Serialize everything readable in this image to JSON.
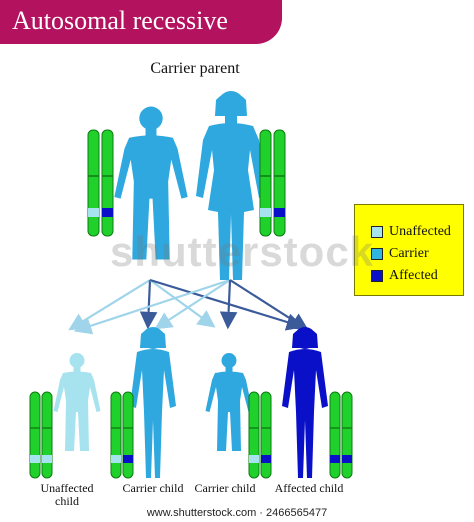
{
  "title": "Autosomal recessive",
  "parent_label": "Carrier parent",
  "legend": {
    "items": [
      {
        "label": "Unaffected",
        "color": "#a6e3ef"
      },
      {
        "label": "Carrier",
        "color": "#2eb6e0"
      },
      {
        "label": "Affected",
        "color": "#0a10c8"
      }
    ]
  },
  "children": [
    {
      "label": "Unaffected child",
      "status": "unaffected"
    },
    {
      "label": "Carrier child",
      "status": "carrier"
    },
    {
      "label": "Carrier child",
      "status": "carrier"
    },
    {
      "label": "Affected child",
      "status": "affected"
    }
  ],
  "colors": {
    "banner": "#b3125f",
    "chromosome": "#1fd12a",
    "parent_figure": "#2ea8de",
    "unaffected_figure": "#a6e3ef",
    "carrier_figure": "#2ea8de",
    "affected_figure": "#0a10c8",
    "arrow_light": "#9fd4ea",
    "arrow_dark": "#3b5a9a",
    "allele_normal": "#a6e3ef",
    "allele_mutant": "#0a10c8"
  },
  "watermark": "shutterstock",
  "footer": "www.shutterstock.com · 2466565477"
}
